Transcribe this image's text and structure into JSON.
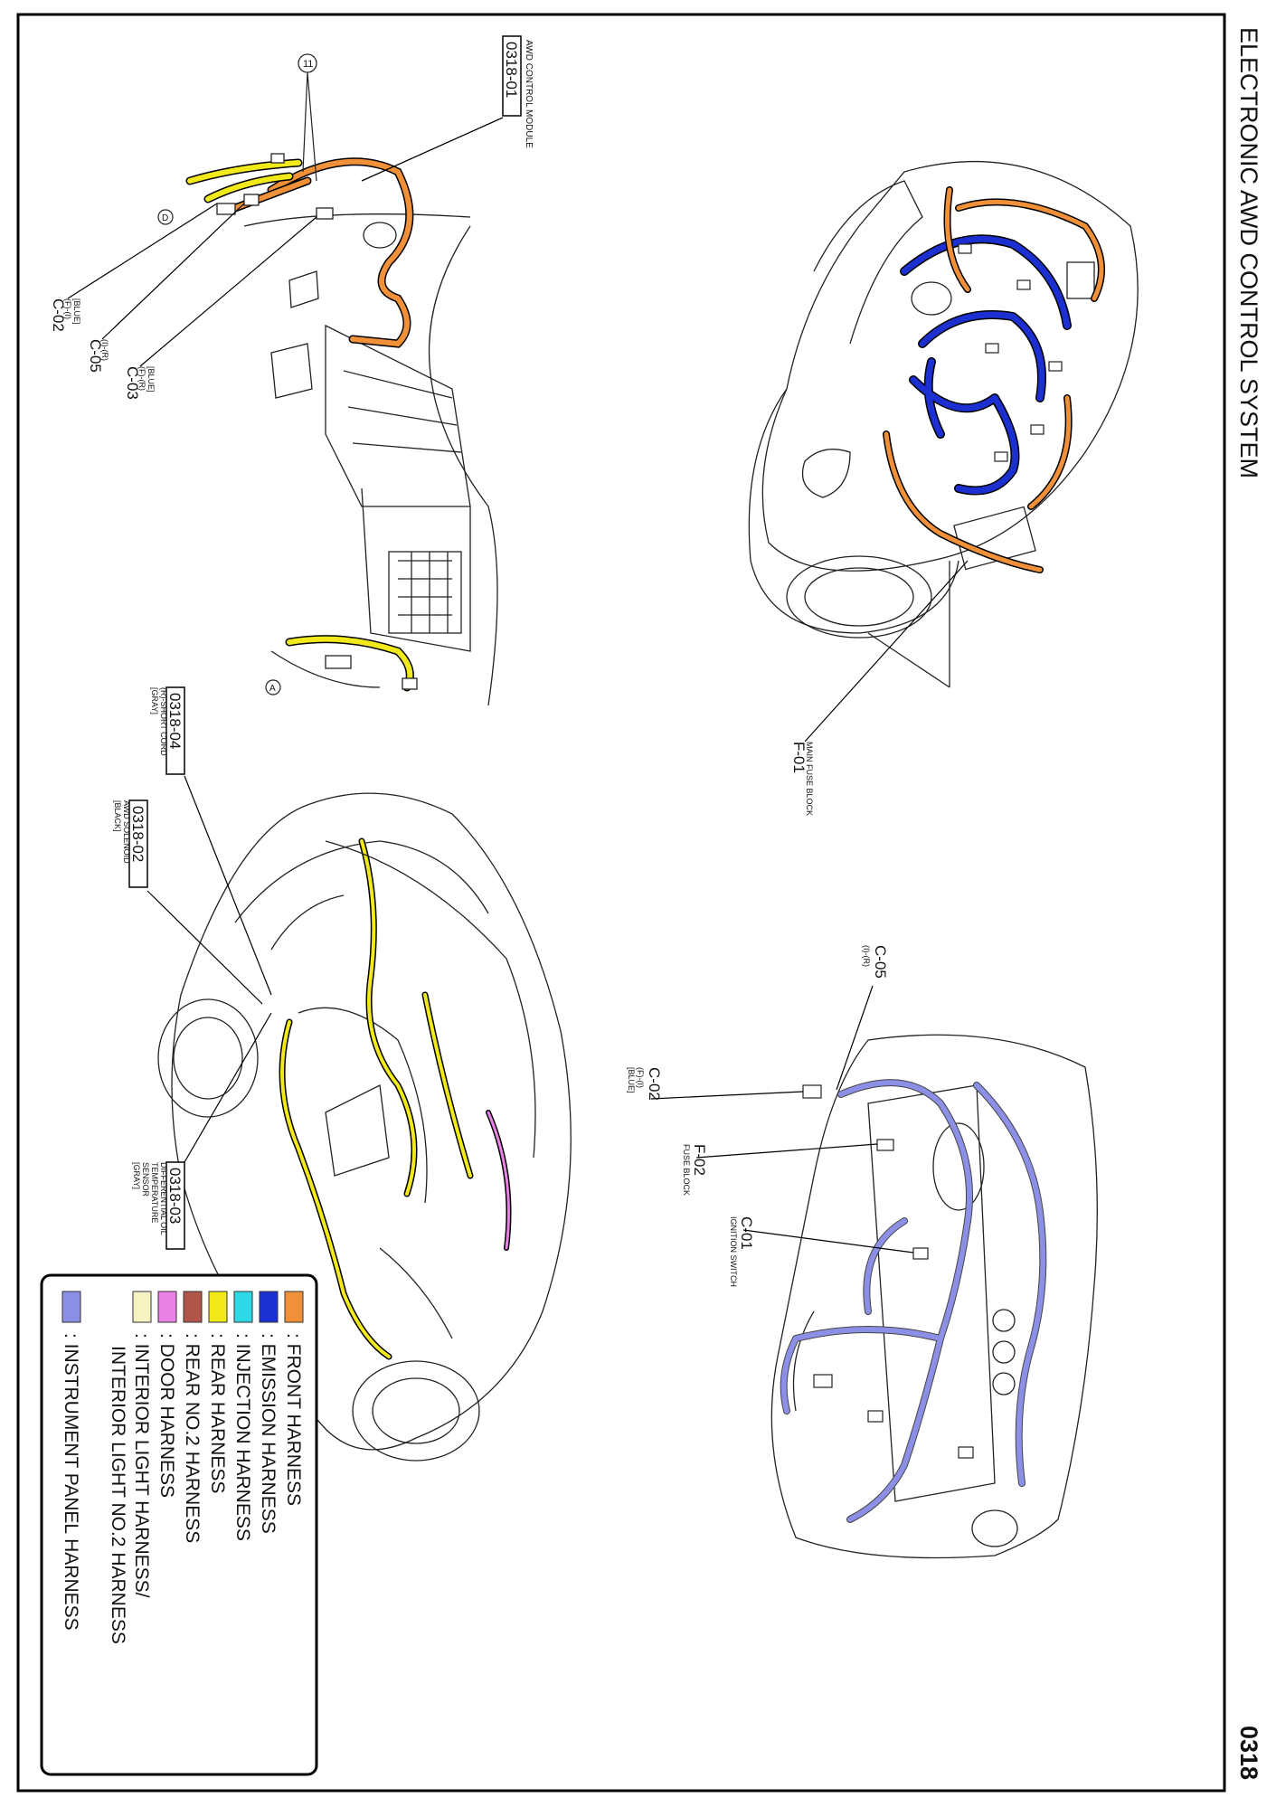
{
  "header": {
    "title": "ELECTRONIC AWD CONTROL SYSTEM",
    "page_number": "0318"
  },
  "colors": {
    "front": "#f0913a",
    "emission": "#1c2fd0",
    "injection": "#2fd8e6",
    "rear": "#f2e91a",
    "rear_no2": "#b0554a",
    "door": "#ea82e6",
    "interior": "#f6f2c2",
    "instrument": "#8c8fe6"
  },
  "callouts": {
    "awd_module": {
      "code": "0318-01",
      "name": "AWD CONTROL MODULE"
    },
    "solenoid": {
      "code": "0318-02",
      "line1": "AWD SOLENOID",
      "line2": "[BLACK]"
    },
    "short_cord": {
      "code": "0318-04",
      "line1": "(R)-SHORT CORD",
      "line2": "[GRAY]"
    },
    "oil_sensor": {
      "code": "0318-03",
      "line1": "DIFFERENTIAL OIL",
      "line2": "TEMPERATURE",
      "line3": "SENSOR",
      "line4": "[GRAY]"
    },
    "c02_top": {
      "code": "C-02",
      "line1": "(F)-(I)",
      "line2": "[BLUE]"
    },
    "c05_top": {
      "code": "C-05",
      "line1": "(I)-(R)"
    },
    "c03": {
      "code": "C-03",
      "line1": "(F)-(R)",
      "line2": "[BLUE]"
    },
    "f01": {
      "code": "F-01",
      "line1": "MAIN FUSE BLOCK"
    },
    "c05_bot": {
      "code": "C-05",
      "line1": "(I)-(R)"
    },
    "c02_bot": {
      "code": "C-02",
      "line1": "(F)-(I)",
      "line2": "[BLUE]"
    },
    "f02": {
      "code": "F-02",
      "line1": "FUSE BLOCK"
    },
    "c01": {
      "code": "C-01",
      "line1": "IGNITION SWITCH"
    },
    "ref_11": "11",
    "ref_a": "A",
    "ref_d": "D"
  },
  "legend": {
    "items": [
      {
        "label": ": FRONT HARNESS",
        "color": "#f0913a"
      },
      {
        "label": ": EMISSION HARNESS",
        "color": "#1c2fd0"
      },
      {
        "label": ": INJECTION HARNESS",
        "color": "#2fd8e6"
      },
      {
        "label": ": REAR HARNESS",
        "color": "#f2e91a"
      },
      {
        "label": ": REAR NO.2 HARNESS",
        "color": "#b0554a"
      },
      {
        "label": ": DOOR HARNESS",
        "color": "#ea82e6"
      },
      {
        "label": ": INTERIOR LIGHT HARNESS/",
        "label2": "INTERIOR LIGHT NO.2 HARNESS",
        "color": "#f6f2c2"
      },
      {
        "label": ": INSTRUMENT PANEL HARNESS",
        "color": "#8c8fe6"
      }
    ]
  }
}
